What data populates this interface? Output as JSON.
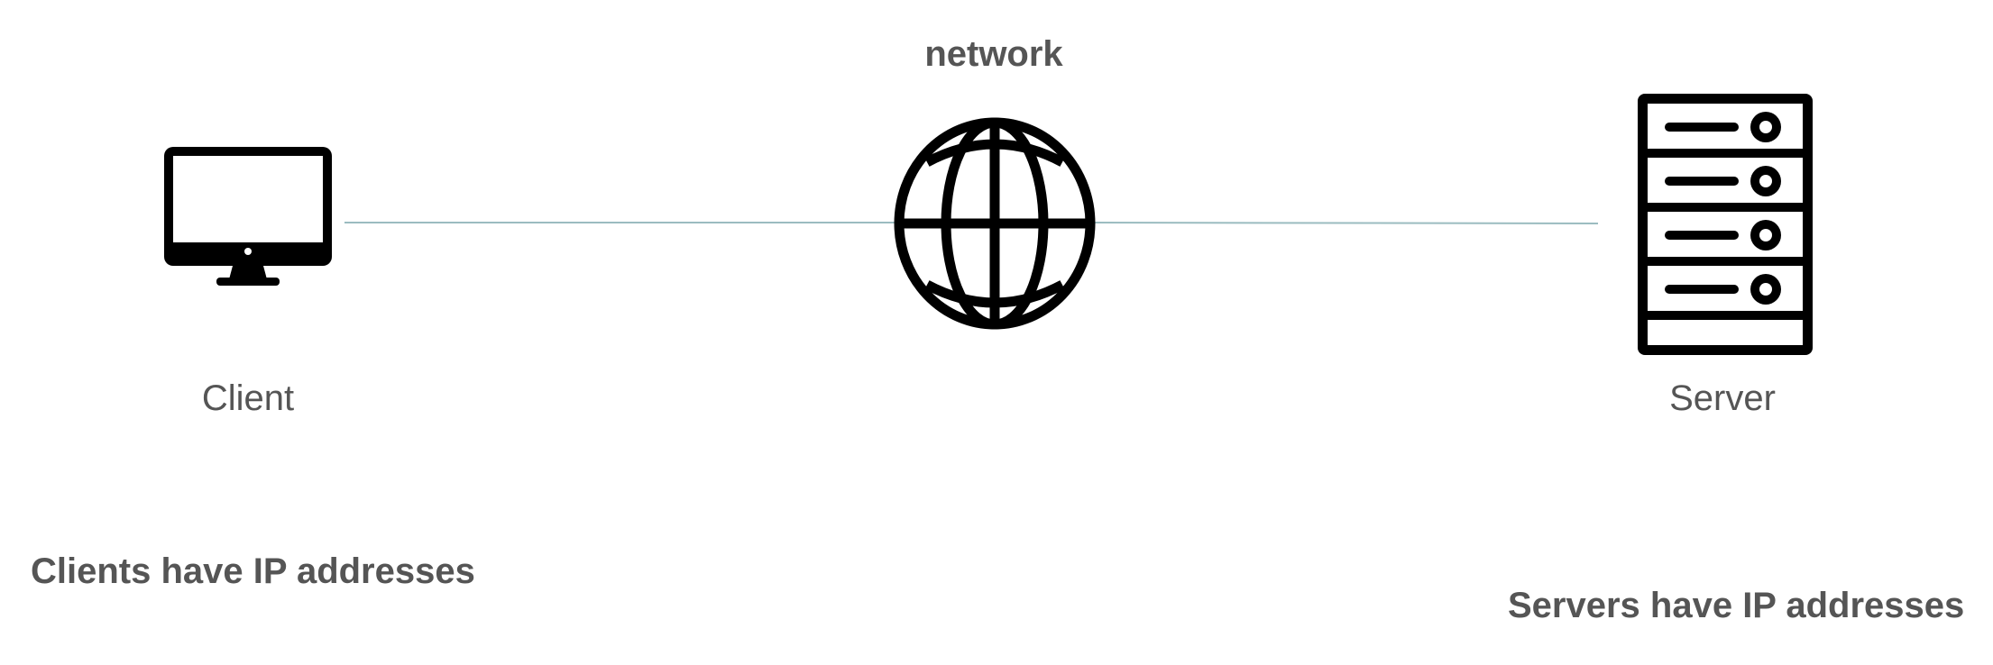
{
  "diagram": {
    "network_label": "network",
    "client_label": "Client",
    "server_label": "Server",
    "client_note": "Clients have IP addresses",
    "server_note": "Servers have IP addresses"
  },
  "icons": {
    "client": "monitor-icon",
    "network": "globe-icon",
    "server": "server-rack-icon"
  },
  "colors": {
    "connector": "#9bbcc0",
    "icon": "#000000",
    "text": "#555555"
  }
}
